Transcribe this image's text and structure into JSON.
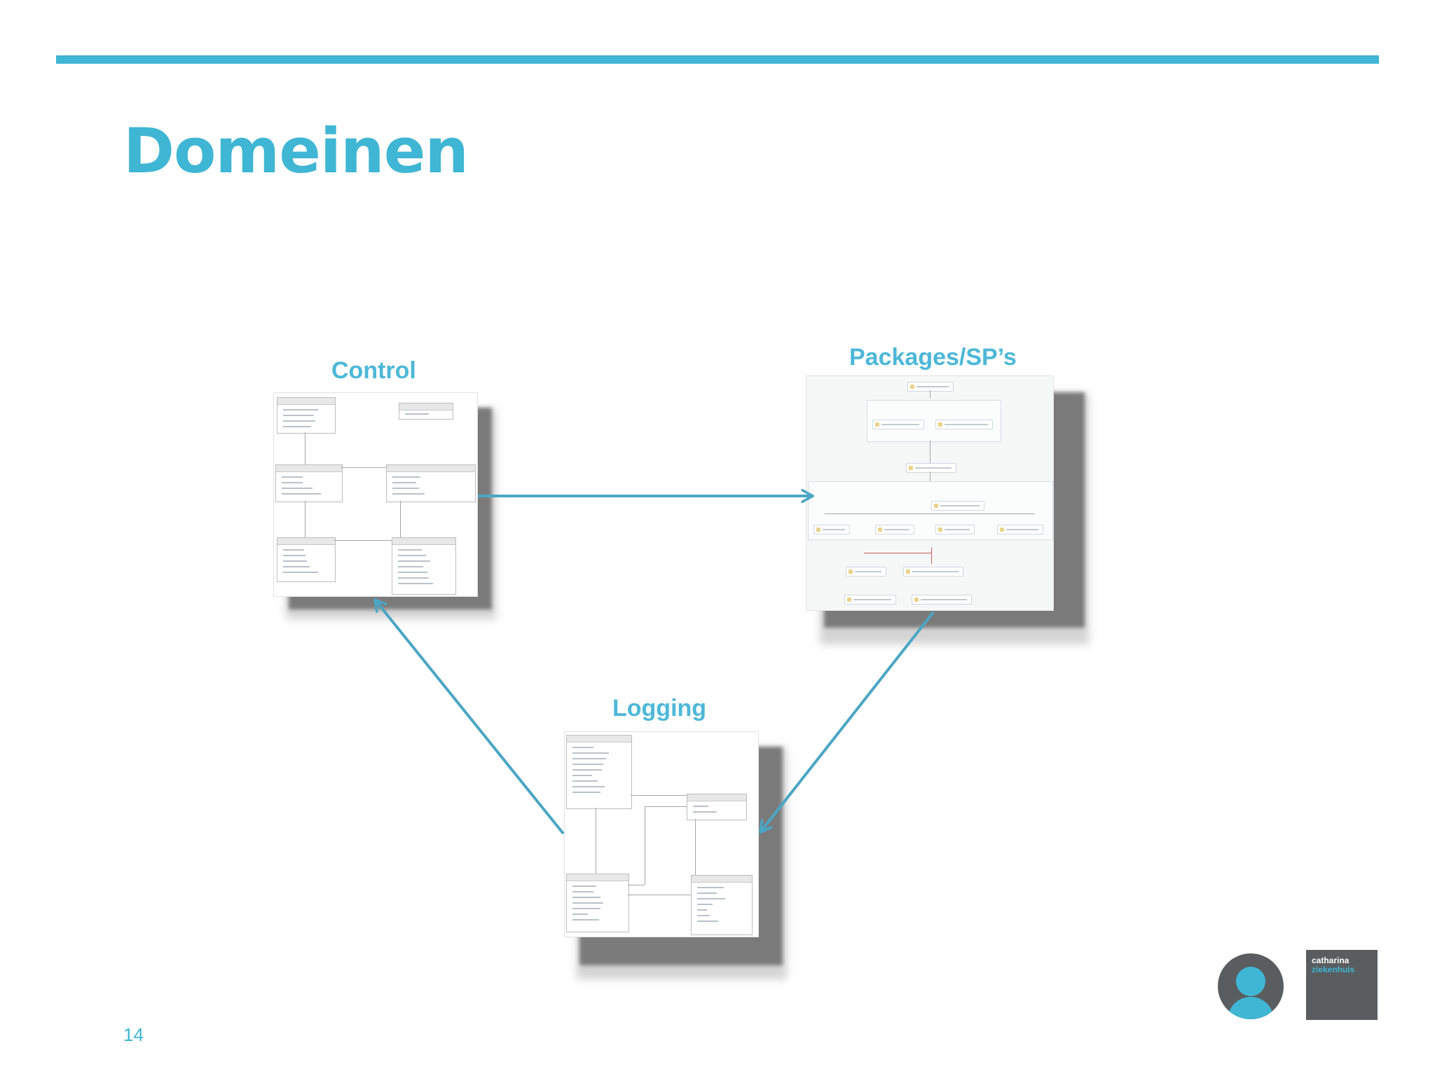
{
  "slide": {
    "title": "Domeinen",
    "page_number": "14",
    "accent_color": "#3fb6d4",
    "label_color": "#4db8d8"
  },
  "diagram": {
    "nodes": [
      {
        "id": "control",
        "label": "Control",
        "content": "database diagram (Control schema tables)"
      },
      {
        "id": "packages",
        "label": "Packages/SP’s",
        "content": "SSIS control flow diagram"
      },
      {
        "id": "logging",
        "label": "Logging",
        "content": "database diagram (Log schema tables)"
      }
    ],
    "edges": [
      {
        "from": "control",
        "to": "packages"
      },
      {
        "from": "packages",
        "to": "logging"
      },
      {
        "from": "logging",
        "to": "control"
      }
    ]
  },
  "logo": {
    "line1": "catharina",
    "line2": "ziekenhuis",
    "colors": {
      "dark": "#5a5d60",
      "accent": "#3fb6d4"
    }
  }
}
